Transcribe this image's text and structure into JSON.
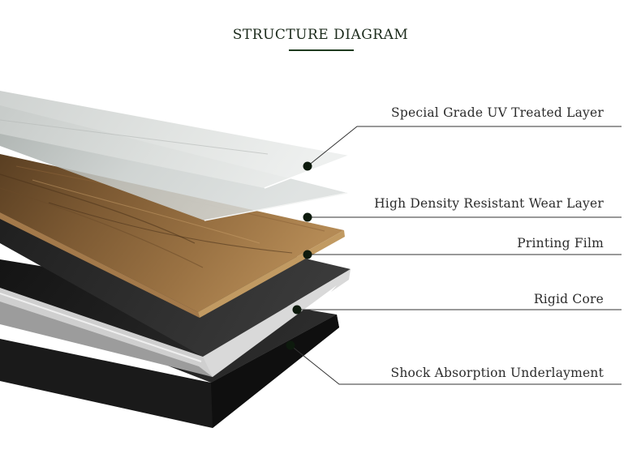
{
  "title": "STRUCTURE DIAGRAM",
  "colors": {
    "accent": "#1e3a1e",
    "leader": "#333333",
    "dot": "#0d1a0d"
  },
  "layers": [
    {
      "label": "Special Grade UV Treated Layer"
    },
    {
      "label": "High Density Resistant Wear Layer"
    },
    {
      "label": "Printing Film"
    },
    {
      "label": "Rigid Core"
    },
    {
      "label": "Shock Absorption Underlayment"
    }
  ]
}
